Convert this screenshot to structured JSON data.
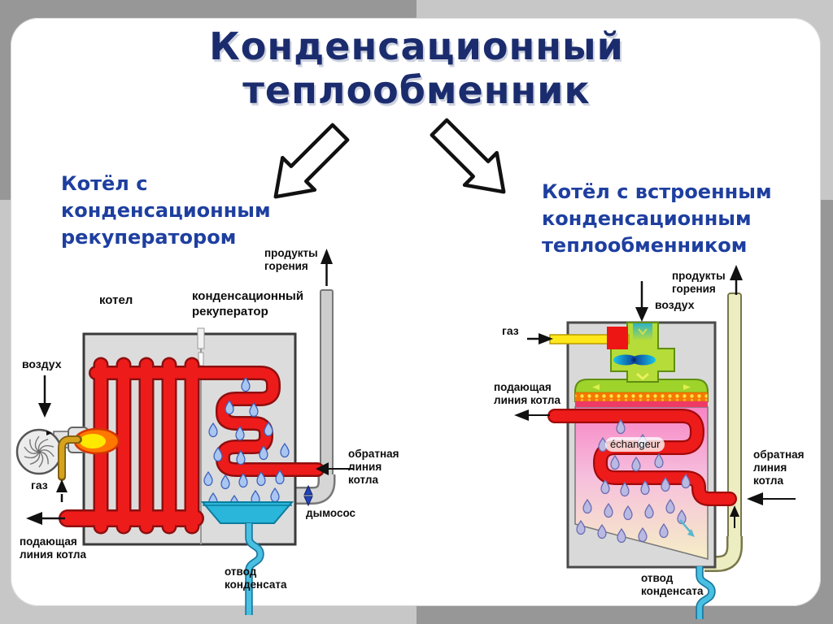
{
  "slide": {
    "title": "Конденсационный\nтеплообменник",
    "left_diagram": {
      "subtitle": "Котёл с\nконденсационным\nрекуператором",
      "labels": {
        "flue_products": "продукты\nгорения",
        "boiler": "котел",
        "recuperator": "конденсационный\nрекуператор",
        "air": "воздух",
        "gas": "газ",
        "return_line": "обратная\nлиния\nкотла",
        "smoke_exhauster": "дымосос",
        "supply_line": "подающая\nлиния котла",
        "condensate_drain": "отвод\nконденсата"
      }
    },
    "right_diagram": {
      "subtitle": "Котёл с встроенным\nконденсационным\nтеплообменником",
      "labels": {
        "flue_products": "продукты\nгорения",
        "air": "воздух",
        "gas": "газ",
        "supply_line": "подающая\nлиния котла",
        "return_line": "обратная\nлиния\nкотла",
        "condensate_drain": "отвод\nконденсата",
        "exchanger": "échangeur"
      }
    },
    "colors": {
      "title_text": "#1b2c6e",
      "subtitle_text": "#1e3fa0",
      "pipe_red": "#ee1b1b",
      "pipe_red_outline": "#8f0f0f",
      "condensate_tray_blue": "#2ab6da",
      "gas_pipe_yellow": "#ffe81a",
      "burner_dome_green": "#9ed32c",
      "exchanger_pink": "#f884c4",
      "frame_dark_gray": "#979797",
      "frame_light_gray": "#c7c7c7"
    }
  }
}
